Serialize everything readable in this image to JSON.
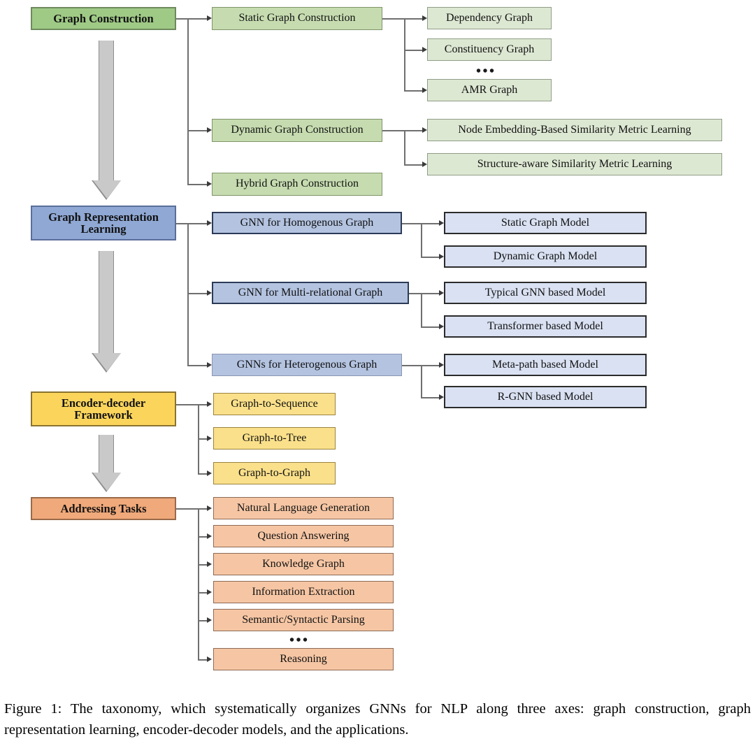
{
  "figure": {
    "caption": "Figure 1:  The taxonomy, which systematically organizes GNNs for NLP along three axes:  graph construction, graph representation learning, encoder-decoder models, and the applications."
  },
  "ellipsis": "•••",
  "colors": {
    "green_l1": "#9fca86",
    "green_l2": "#c6dcb0",
    "green_l3": "#dde8d3",
    "blue_l1": "#8fa8d4",
    "blue_l2": "#b3c3e0",
    "blue_l3": "#d9e1f2",
    "yellow_l1": "#fbd55b",
    "yellow_l2": "#fae08a",
    "orange_l1": "#f0a97a",
    "orange_l2": "#f6c6a4",
    "connector": "#6f6f6f",
    "stage_arrow": "#c9c9c9"
  },
  "stages": [
    {
      "id": "graph-construction",
      "title": "Graph Construction",
      "children": [
        {
          "label": "Static Graph Construction",
          "grandchildren": [
            "Dependency Graph",
            "Constituency Graph",
            "AMR Graph"
          ],
          "has_ellipsis": true
        },
        {
          "label": "Dynamic Graph Construction",
          "grandchildren": [
            "Node Embedding-Based Similarity Metric Learning",
            "Structure-aware Similarity Metric Learning"
          ],
          "has_ellipsis": false
        },
        {
          "label": "Hybrid Graph Construction",
          "grandchildren": [],
          "has_ellipsis": false
        }
      ]
    },
    {
      "id": "graph-representation-learning",
      "title": "Graph Representation Learning",
      "children": [
        {
          "label": "GNN for Homogenous Graph",
          "grandchildren": [
            "Static Graph Model",
            "Dynamic Graph Model"
          ],
          "has_ellipsis": false
        },
        {
          "label": "GNN for Multi-relational Graph",
          "grandchildren": [
            "Typical GNN based Model",
            "Transformer based Model"
          ],
          "has_ellipsis": false
        },
        {
          "label": "GNNs for Heterogenous Graph",
          "grandchildren": [
            "Meta-path based Model",
            "R-GNN based Model"
          ],
          "has_ellipsis": false
        }
      ]
    },
    {
      "id": "encoder-decoder-framework",
      "title": "Encoder-decoder Framework",
      "children": [
        {
          "label": "Graph-to-Sequence",
          "grandchildren": [],
          "has_ellipsis": false
        },
        {
          "label": "Graph-to-Tree",
          "grandchildren": [],
          "has_ellipsis": false
        },
        {
          "label": "Graph-to-Graph",
          "grandchildren": [],
          "has_ellipsis": false
        }
      ]
    },
    {
      "id": "addressing-tasks",
      "title": "Addressing Tasks",
      "children": [
        {
          "label": "Natural Language Generation",
          "grandchildren": [],
          "has_ellipsis": false
        },
        {
          "label": "Question Answering",
          "grandchildren": [],
          "has_ellipsis": false
        },
        {
          "label": "Knowledge Graph",
          "grandchildren": [],
          "has_ellipsis": false
        },
        {
          "label": "Information Extraction",
          "grandchildren": [],
          "has_ellipsis": false
        },
        {
          "label": "Semantic/Syntactic Parsing",
          "grandchildren": [],
          "has_ellipsis": true
        },
        {
          "label": "Reasoning",
          "grandchildren": [],
          "has_ellipsis": false
        }
      ]
    }
  ]
}
